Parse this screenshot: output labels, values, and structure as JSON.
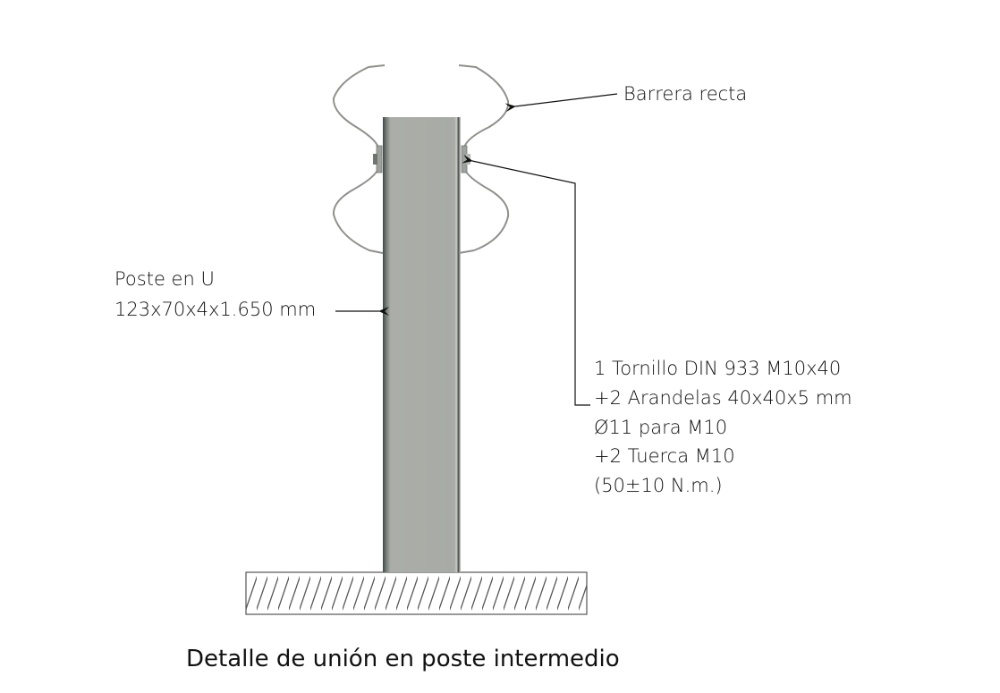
{
  "labels": {
    "barrier": "Barrera recta",
    "post_line1": "Poste en U",
    "post_line2": "123x70x4x1.650 mm",
    "bolt_lines": [
      "1 Tornillo DIN 933 M10x40",
      "+2 Arandelas 40x40x5 mm",
      "Ø11 para M10",
      "+2 Tuerca M10",
      "(50±10 N.m.)"
    ]
  },
  "caption": "Detalle de unión en poste intermedio",
  "colors": {
    "post": "#a9aca6",
    "barrier": "#8f918d",
    "hatch": "#555555",
    "leader": "#111111"
  }
}
